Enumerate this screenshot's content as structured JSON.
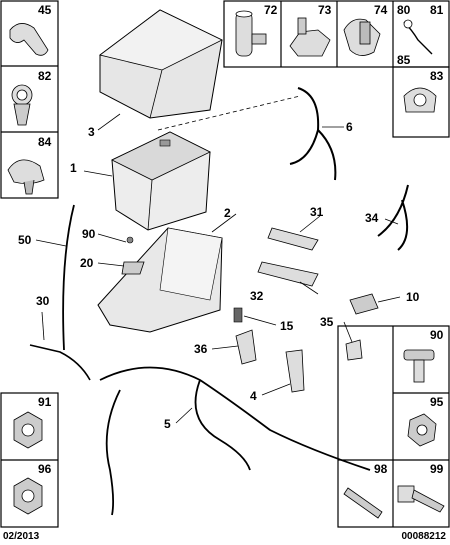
{
  "footer": {
    "date": "02/2013",
    "reference": "00088212"
  },
  "part_labels": {
    "p1": "1",
    "p2": "2",
    "p3": "3",
    "p4": "4",
    "p5": "5",
    "p6": "6",
    "p10": "10",
    "p15": "15",
    "p20": "20",
    "p30": "30",
    "p31": "31",
    "p32": "32",
    "p34": "34",
    "p35": "35",
    "p36": "36",
    "p50": "50",
    "p90": "90"
  },
  "box_labels": {
    "b45": "45",
    "b82": "82",
    "b84": "84",
    "b72": "72",
    "b73": "73",
    "b74": "74",
    "b80": "80",
    "b81": "81",
    "b85": "85",
    "b83": "83",
    "b90": "90",
    "b95": "95",
    "b91": "91",
    "b96": "96",
    "b98": "98",
    "b99": "99"
  }
}
